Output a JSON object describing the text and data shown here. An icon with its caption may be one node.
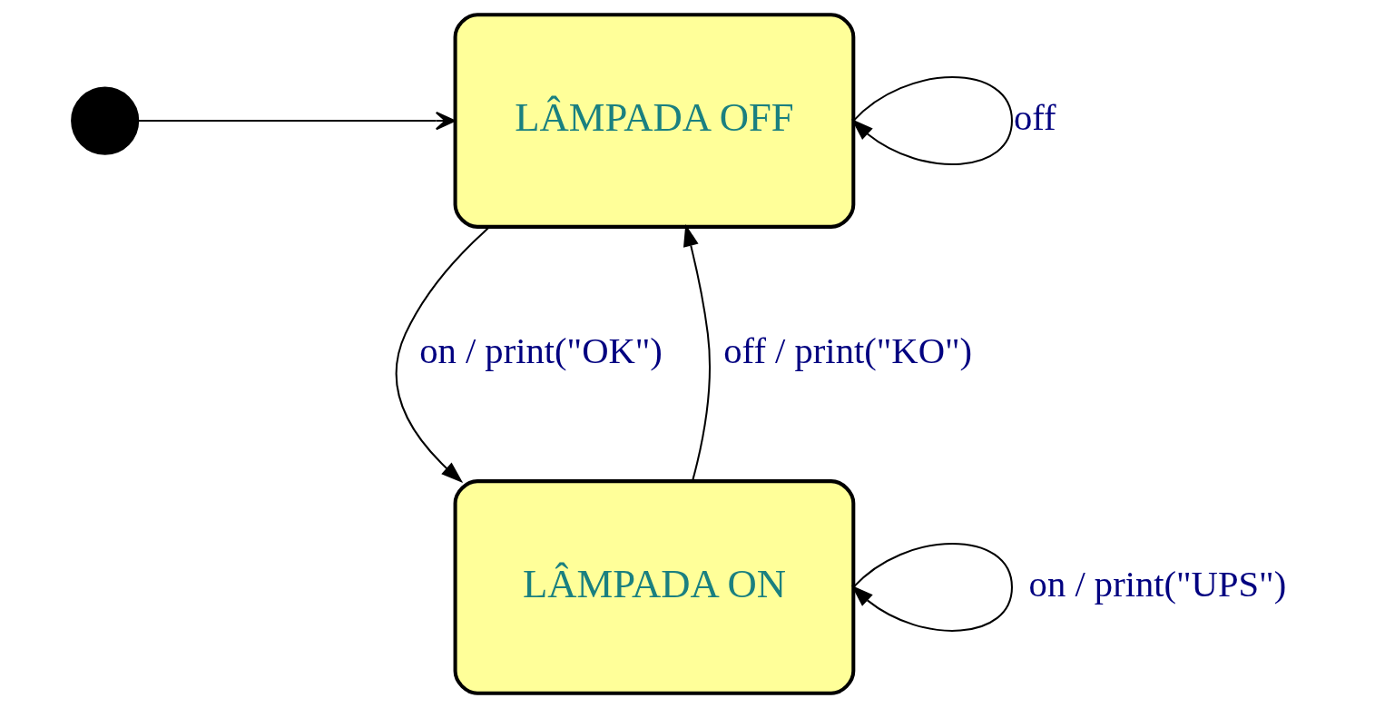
{
  "diagram": {
    "nodes": [
      {
        "text": [],
        "shape": "circle"
      },
      {
        "text": [
          "LÂMPADA OFF"
        ]
      },
      {
        "text": [
          "LÂMPADA ON"
        ]
      }
    ],
    "edges": [
      {
        "from": 0,
        "to": 1,
        "arrow": "to"
      },
      {
        "from": 1,
        "to": 1,
        "arrow": "to",
        "label": "off"
      },
      {
        "from": 1,
        "to": 2,
        "arrow": "to",
        "label": "on / print(\"OK\")"
      },
      {
        "from": 2,
        "to": 1,
        "arrow": "to",
        "label": "off / print(\"KO\")"
      },
      {
        "from": 2,
        "to": 2,
        "arrow": "to",
        "label": "on / print(\"UPS\")"
      }
    ]
  }
}
